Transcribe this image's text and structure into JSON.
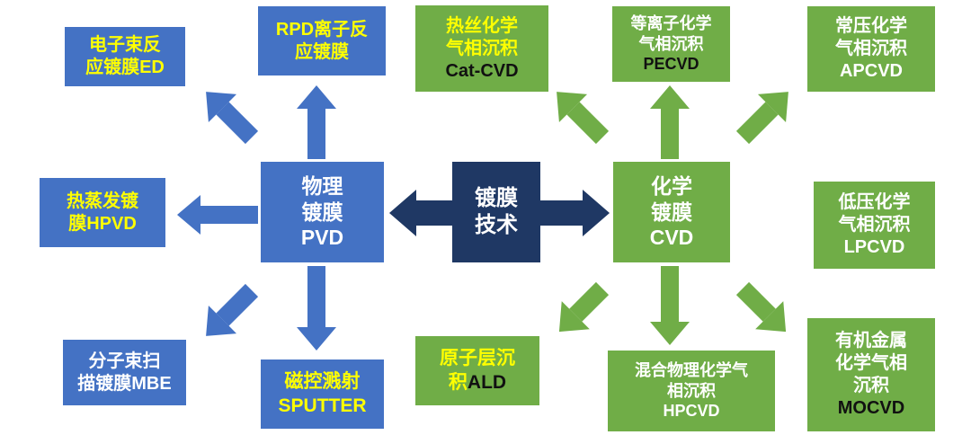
{
  "colors": {
    "blue": "#4472C4",
    "green": "#70AD47",
    "navy": "#1F3864",
    "yellow": "#FFFF00",
    "white": "#FFFFFF",
    "black": "#111111"
  },
  "diagram": {
    "root": {
      "title": "镀膜\n技术"
    },
    "pvd_branch": {
      "hub": {
        "title": "物理\n镀膜",
        "code": "PVD"
      },
      "leaves": [
        {
          "id": "ed",
          "title": "电子束反\n应镀膜ED"
        },
        {
          "id": "rpd",
          "title": "RPD离子反\n应镀膜"
        },
        {
          "id": "hpvd",
          "title": "热蒸发镀\n膜HPVD"
        },
        {
          "id": "mbe",
          "title": "分子束扫\n描镀膜MBE"
        },
        {
          "id": "sputter",
          "title": "磁控溅射",
          "code": "SPUTTER"
        }
      ]
    },
    "cvd_branch": {
      "hub": {
        "title": "化学\n镀膜",
        "code": "CVD"
      },
      "leaves": [
        {
          "id": "cat-cvd",
          "title": "热丝化学\n气相沉积",
          "code": "Cat-CVD"
        },
        {
          "id": "pecvd",
          "title": "等离子化学\n气相沉积",
          "code": "PECVD"
        },
        {
          "id": "apcvd",
          "title": "常压化学\n气相沉积",
          "code": "APCVD"
        },
        {
          "id": "lpcvd",
          "title": "低压化学\n气相沉积",
          "code": "LPCVD"
        },
        {
          "id": "ald",
          "title": "原子层沉\n积",
          "code": "ALD"
        },
        {
          "id": "hpcvd",
          "title": "混合物理化学气\n相沉积",
          "code": "HPCVD"
        },
        {
          "id": "mocvd",
          "title": "有机金属\n化学气相\n沉积",
          "code": "MOCVD"
        }
      ]
    }
  }
}
